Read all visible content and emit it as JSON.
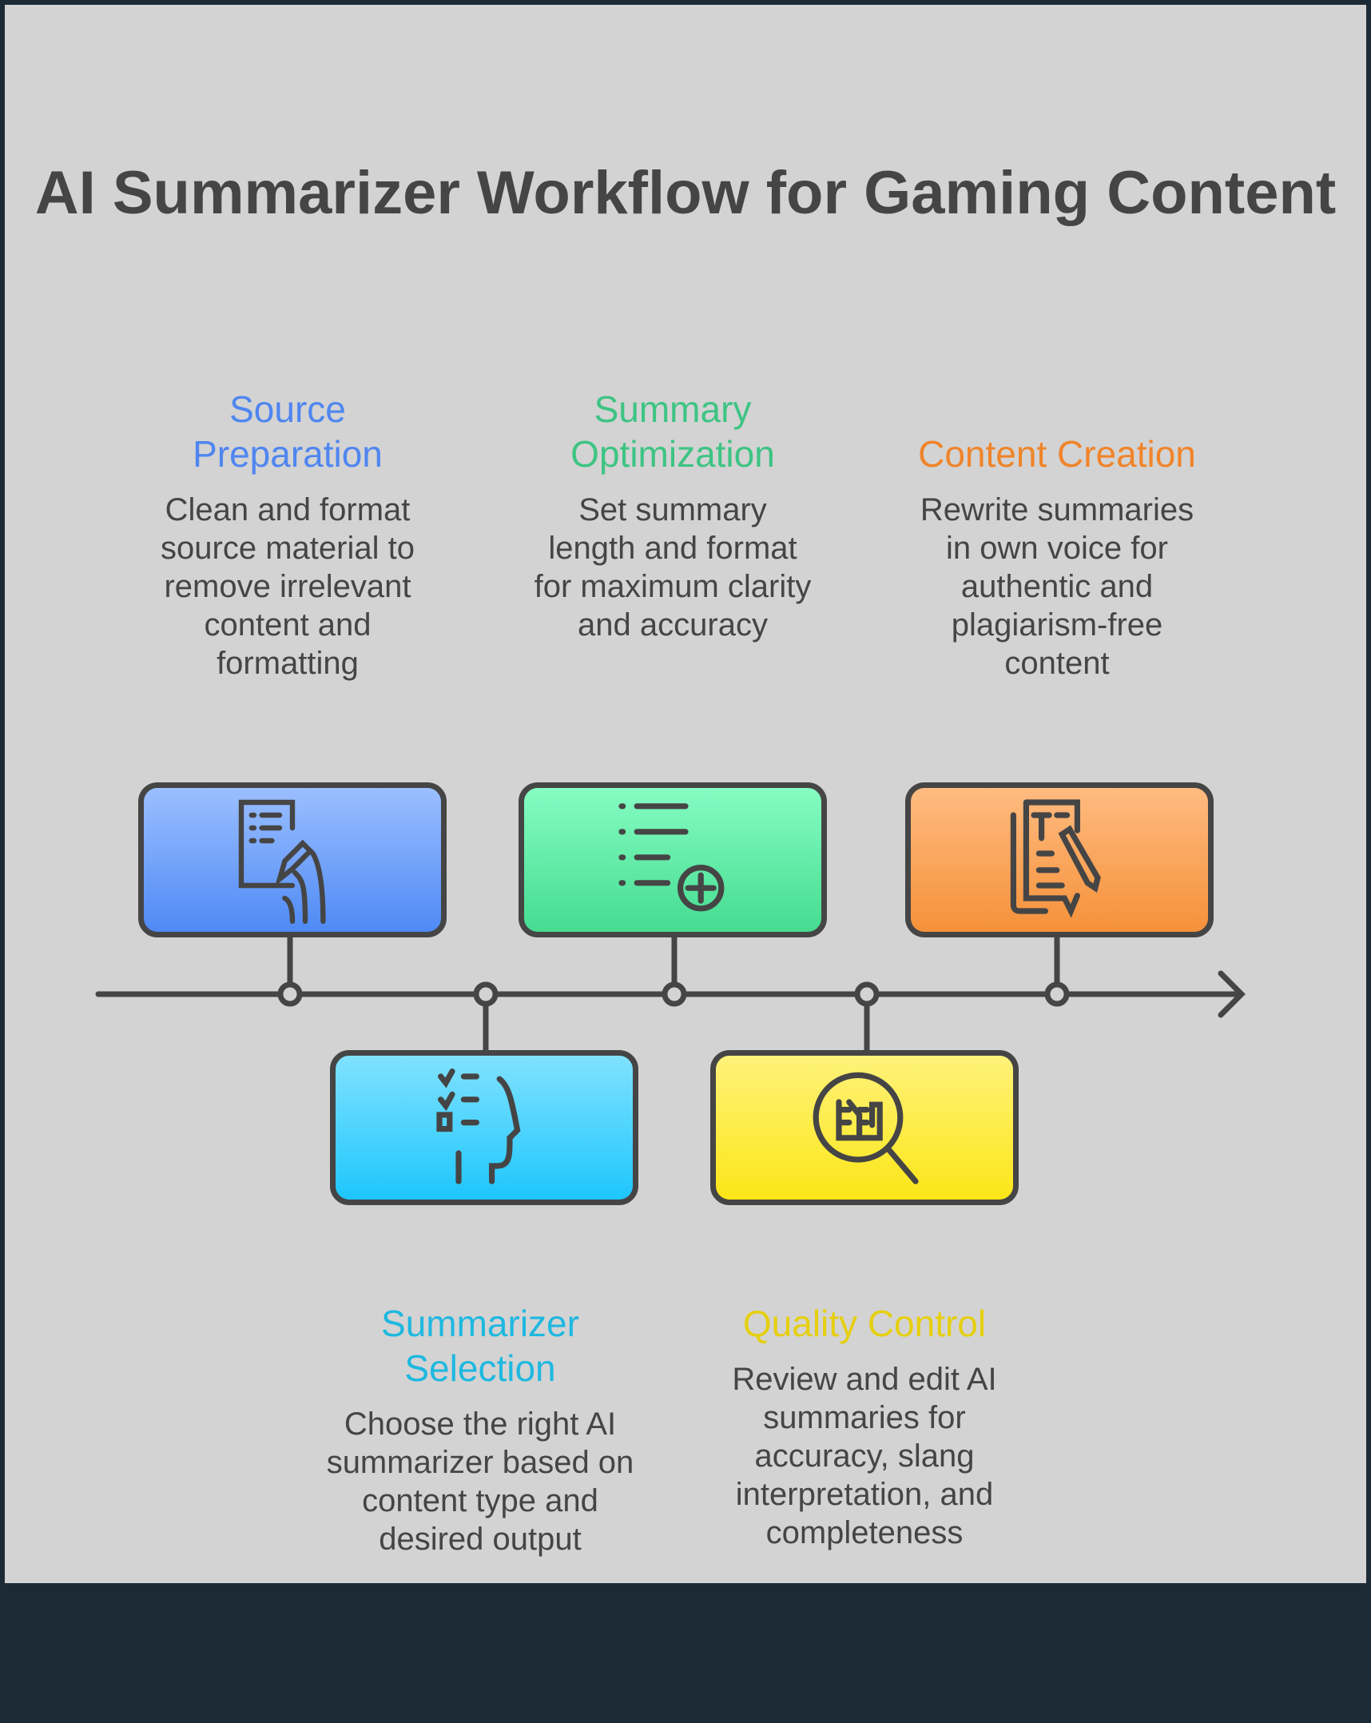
{
  "title": "AI Summarizer Workflow for Gaming Content",
  "steps": [
    {
      "heading": "Source Preparation",
      "description": "Clean and format source material to remove irrelevant content and formatting",
      "color": "#4f86f0",
      "icon": "document-pen-icon"
    },
    {
      "heading": "Summarizer Selection",
      "description": "Choose the right AI summarizer based on content type and desired output",
      "color": "#1eb8e0",
      "icon": "head-checklist-icon"
    },
    {
      "heading": "Summary Optimization",
      "description": "Set summary length and format for maximum clarity and accuracy",
      "color": "#3dc483",
      "icon": "list-add-icon"
    },
    {
      "heading": "Quality Control",
      "description": "Review and edit AI summaries for accuracy, slang interpretation, and completeness",
      "color": "#e6cf10",
      "icon": "magnifier-inspect-icon"
    },
    {
      "heading": "Content Creation",
      "description": "Rewrite summaries in own voice for authentic and plagiarism-free content",
      "color": "#f0842a",
      "icon": "rewrite-document-icon"
    }
  ]
}
